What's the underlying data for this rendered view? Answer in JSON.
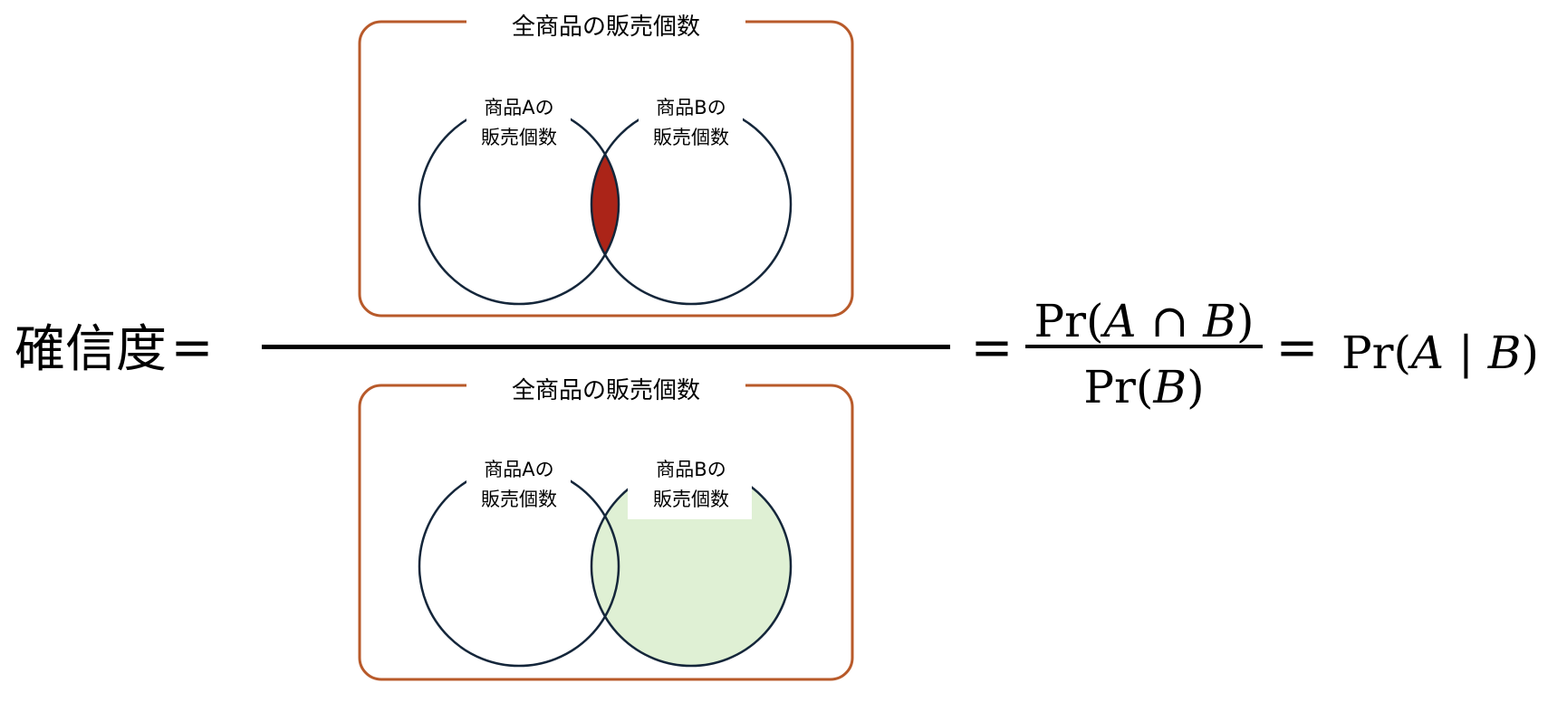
{
  "left_label": "確信度",
  "equals": "=",
  "venn_top": {
    "title": "全商品の販売個数",
    "circle_a": [
      "商品Aの",
      "販売個数"
    ],
    "circle_b": [
      "商品Bの",
      "販売個数"
    ],
    "highlight": "intersection",
    "highlight_color": "#ab2418"
  },
  "venn_bottom": {
    "title": "全商品の販売個数",
    "circle_a": [
      "商品Aの",
      "販売個数"
    ],
    "circle_b": [
      "商品Bの",
      "販売個数"
    ],
    "highlight": "circle_b",
    "highlight_color": "#dff0d4"
  },
  "formula": {
    "numerator": {
      "pr": "Pr(",
      "a": "A",
      "cap": " ∩ ",
      "b": "B",
      "close": ")"
    },
    "denominator": {
      "pr": "Pr(",
      "b": "B",
      "close": ")"
    },
    "result": {
      "pr": "Pr(",
      "a": "A",
      "bar": " | ",
      "b": "B",
      "close": ")"
    }
  },
  "colors": {
    "box": "#b85a2a",
    "circle_stroke": "#14263a"
  }
}
